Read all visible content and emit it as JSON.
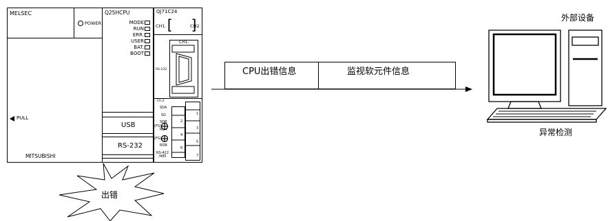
{
  "plc": {
    "power_module": {
      "brand": "MELSEC",
      "power_label": "POWER",
      "pull_label": "PULL",
      "maker": "MITSUBISHI"
    },
    "cpu_module": {
      "model": "Q25HCPU",
      "leds": [
        "MODE",
        "RUN",
        "ERR.",
        "USER",
        "BAT.",
        "BOOT"
      ],
      "usb_label": "USB",
      "rs232_label": "RS-232"
    },
    "comm_module": {
      "model": "QJ71C24",
      "ch1_left": "CH1.",
      "ch2_right": "CH2.",
      "ch1_port_label": "CH1.",
      "rs232_label": "RS-232",
      "ch2_label": "CH.2",
      "pins": [
        "SDA",
        "SG",
        "SDB",
        "RDA",
        "RDB"
      ],
      "fg_labels": [
        "(FG)",
        "(FG)"
      ],
      "rs422_label": "RS-422\n/485",
      "terminal_numbers": [
        "1",
        "2",
        "3",
        "4",
        "5",
        "6",
        "7"
      ]
    }
  },
  "error_burst": {
    "label": "出错"
  },
  "message_frame": {
    "cells": [
      "CPU出错信息",
      "监视软元件信息"
    ]
  },
  "external_device": {
    "title": "外部设备",
    "caption": "异常检测"
  }
}
